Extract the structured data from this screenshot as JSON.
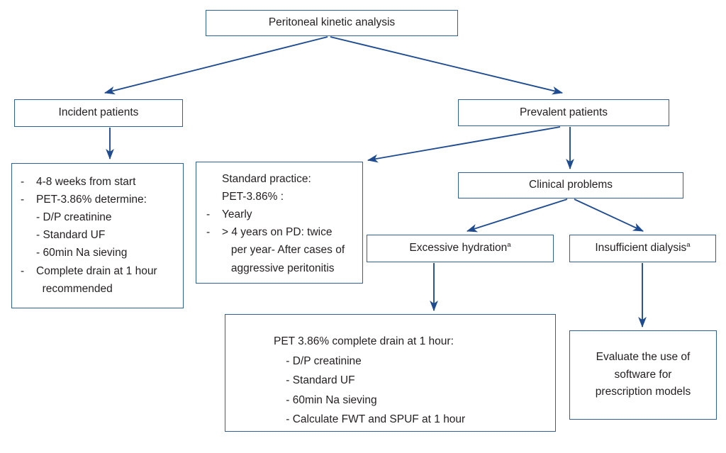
{
  "diagram": {
    "title": "Peritoneal kinetic analysis",
    "colors": {
      "box_border": "#2f6099",
      "connector": "#1f4c91",
      "text": "#231f20",
      "background": "#ffffff"
    },
    "nodes": {
      "root": {
        "label": "Peritoneal kinetic analysis"
      },
      "incident": {
        "label": "Incident patients"
      },
      "prevalent": {
        "label": "Prevalent patients"
      },
      "clinical": {
        "label": "Clinical problems"
      },
      "excessive_hydration": {
        "label": "Excessive hydration",
        "marker": "a"
      },
      "insufficient_dialysis": {
        "label": "Insufficient dialysis",
        "marker": "a"
      },
      "incident_details": {
        "items": [
          {
            "bullet": "-",
            "text": "4-8 weeks from start"
          },
          {
            "bullet": "-",
            "text": "PET-3.86% determine:"
          },
          {
            "bullet": "",
            "text": "- D/P creatinine"
          },
          {
            "bullet": "",
            "text": "- Standard UF"
          },
          {
            "bullet": "",
            "text": "- 60min Na sieving"
          },
          {
            "bullet": "-",
            "text": "Complete drain at 1 hour"
          },
          {
            "bullet": "",
            "text": "  recommended"
          }
        ]
      },
      "standard_practice": {
        "items": [
          {
            "bullet": "",
            "text": "Standard practice:"
          },
          {
            "bullet": "",
            "text": "PET-3.86% :"
          },
          {
            "bullet": "-",
            "text": "Yearly"
          },
          {
            "bullet": "-",
            "text": "> 4 years on PD: twice"
          },
          {
            "bullet": "",
            "text": "   per year- After cases of"
          },
          {
            "bullet": "",
            "text": "   aggressive peritonitis"
          }
        ]
      },
      "pet_detail": {
        "items": [
          {
            "bullet": "",
            "text": "PET 3.86% complete drain at 1 hour:"
          },
          {
            "bullet": "",
            "text": "    - D/P creatinine"
          },
          {
            "bullet": "",
            "text": "    - Standard UF"
          },
          {
            "bullet": "",
            "text": "    - 60min Na sieving"
          },
          {
            "bullet": "",
            "text": "    - Calculate FWT and SPUF at 1 hour"
          }
        ]
      },
      "evaluate": {
        "label": "Evaluate the use of software for prescription models"
      }
    },
    "edges": [
      {
        "from": "root",
        "to": "incident",
        "style": "arrow"
      },
      {
        "from": "root",
        "to": "prevalent",
        "style": "arrow"
      },
      {
        "from": "incident",
        "to": "incident_details",
        "style": "arrow"
      },
      {
        "from": "prevalent",
        "to": "standard_practice",
        "style": "arrow"
      },
      {
        "from": "prevalent",
        "to": "clinical",
        "style": "arrow"
      },
      {
        "from": "clinical",
        "to": "excessive_hydration",
        "style": "arrow"
      },
      {
        "from": "clinical",
        "to": "insufficient_dialysis",
        "style": "arrow"
      },
      {
        "from": "excessive_hydration",
        "to": "pet_detail",
        "style": "arrow"
      },
      {
        "from": "insufficient_dialysis",
        "to": "evaluate",
        "style": "arrow"
      }
    ]
  }
}
